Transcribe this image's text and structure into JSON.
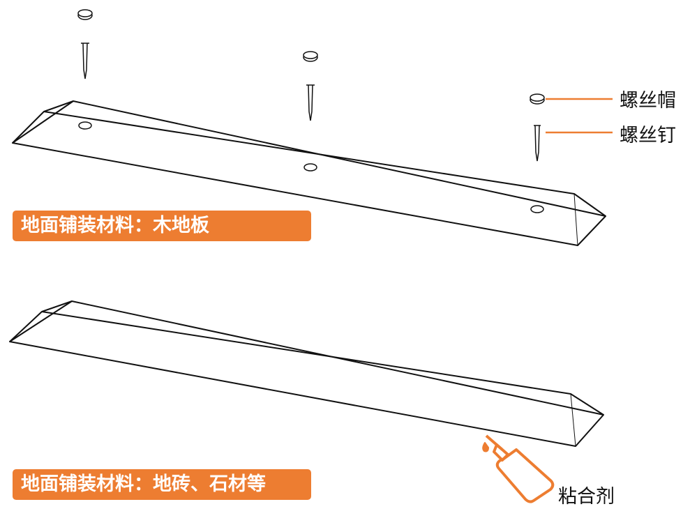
{
  "labels": {
    "screw_cap": "螺丝帽",
    "screw_nail": "螺丝钉",
    "adhesive": "粘合剂",
    "wood_floor": "地面铺装材料：木地板",
    "tile_stone": "地面铺装材料：地砖、石材等"
  },
  "colors": {
    "accent": "#ed7d31",
    "line": "#111111"
  }
}
